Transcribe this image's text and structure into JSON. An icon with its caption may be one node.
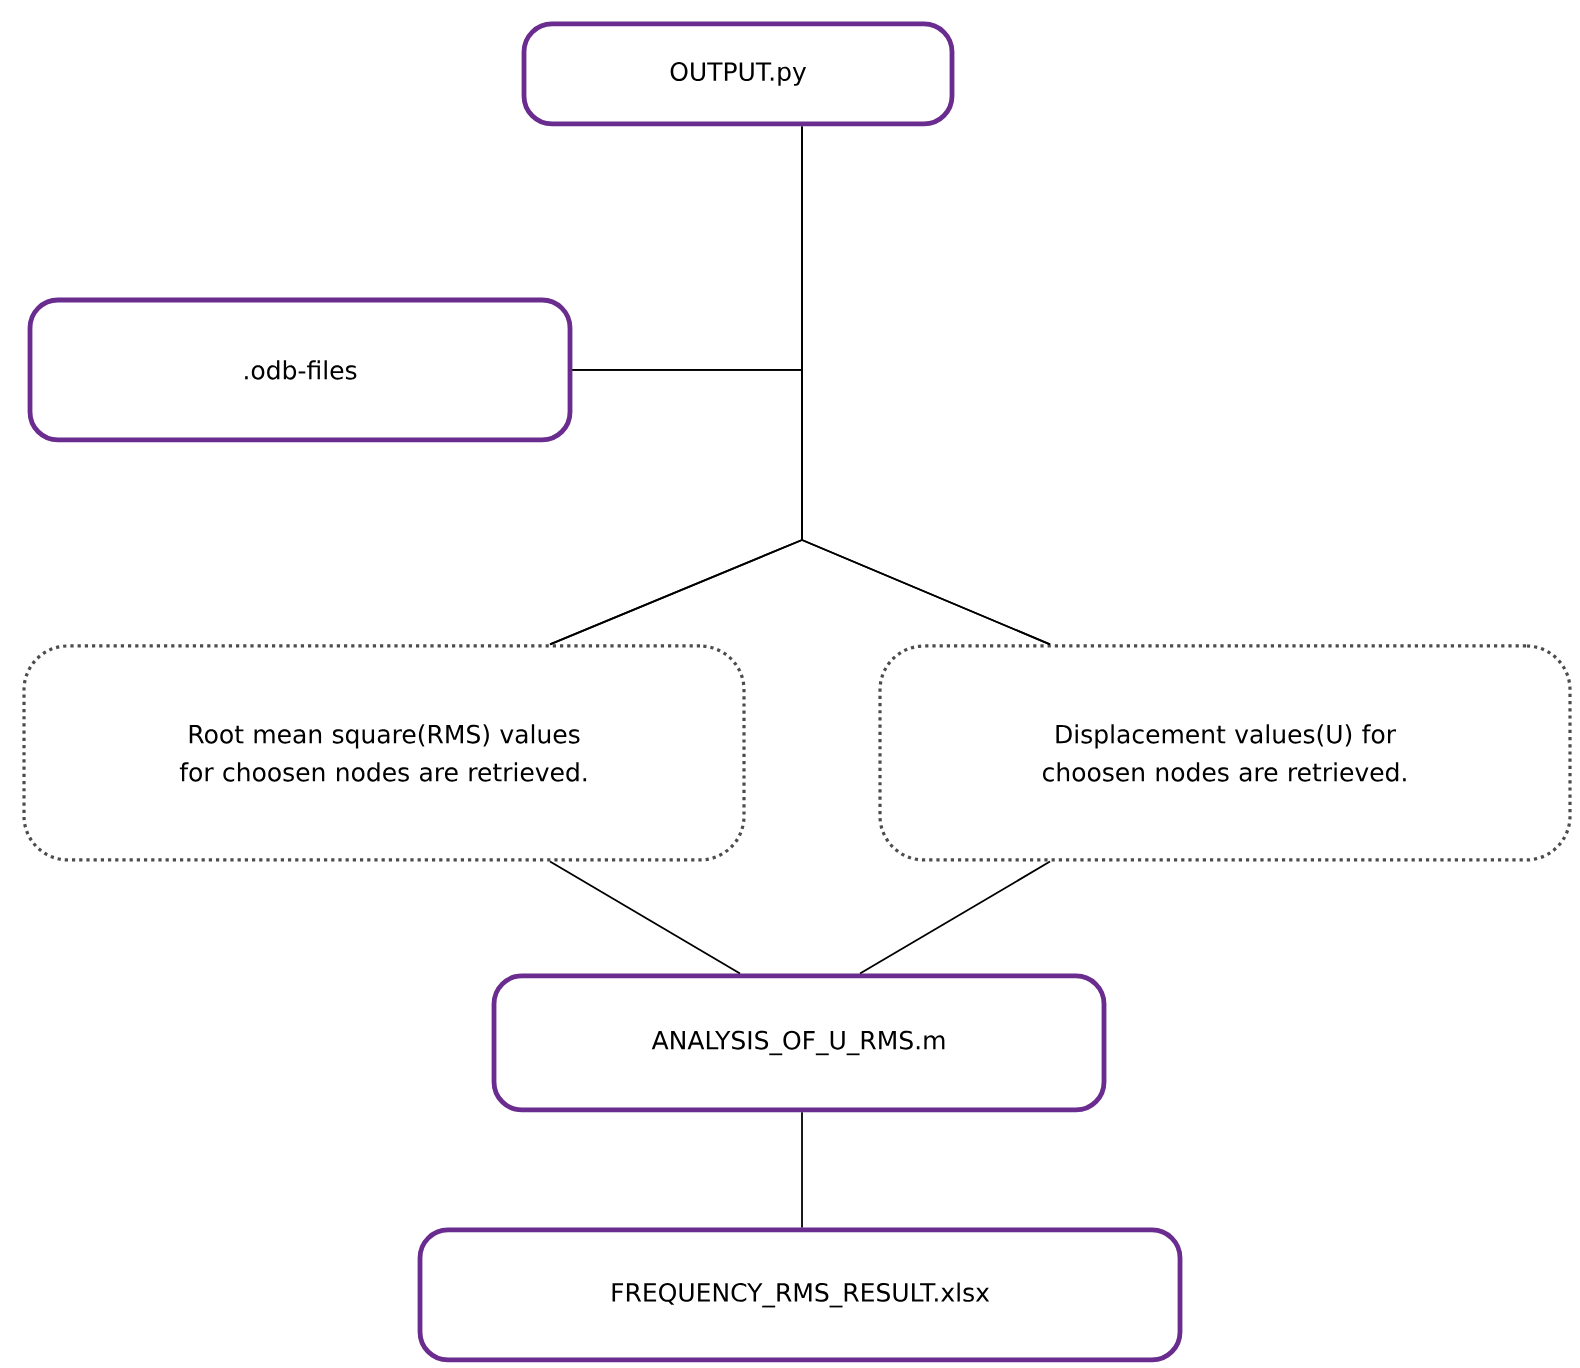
{
  "diagram": {
    "nodes": [
      {
        "text": [
          "OUTPUT.py"
        ]
      },
      {
        "text": [
          ".odb-files"
        ]
      },
      {
        "text": [
          "Root mean square(RMS) values for choosen nodes are retrieved."
        ]
      },
      {
        "text": [
          "Displacement values(U) for choosen nodes are retrieved."
        ]
      },
      {
        "text": [
          "ANALYSIS_OF_U_RMS.m"
        ]
      },
      {
        "text": [
          "FREQUENCY_RMS_RESULT.xlsx"
        ]
      }
    ],
    "edges": [
      {
        "from": 0,
        "to": 2,
        "arrow": "none"
      },
      {
        "from": 0,
        "to": 3,
        "arrow": "none"
      },
      {
        "from": 1,
        "to": 2,
        "arrow": "none"
      },
      {
        "from": 1,
        "to": 3,
        "arrow": "none"
      },
      {
        "from": 2,
        "to": 4,
        "arrow": "none"
      },
      {
        "from": 3,
        "to": 4,
        "arrow": "none"
      },
      {
        "from": 4,
        "to": 5,
        "arrow": "none"
      }
    ]
  }
}
